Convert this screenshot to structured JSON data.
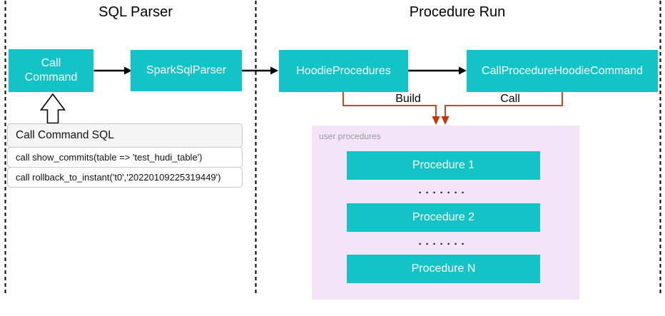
{
  "diagram": {
    "sections": {
      "sql_parser": {
        "title": "SQL Parser"
      },
      "procedure_run": {
        "title": "Procedure Run"
      }
    },
    "nodes": {
      "call_command": {
        "label": "Call Command"
      },
      "spark_sql_parser": {
        "label": "SparkSqlParser"
      },
      "hoodie_procedures": {
        "label": "HoodieProcedures"
      },
      "call_procedure_hoodie_command": {
        "label": "CallProcedureHoodieCommand"
      }
    },
    "edges": {
      "build": {
        "label": "Build"
      },
      "call": {
        "label": "Call"
      }
    },
    "sql_panel": {
      "title": "Call Command SQL",
      "rows": [
        "call show_commits(table => 'test_hudi_table')",
        "call rollback_to_instant('t0','20220109225319449')"
      ]
    },
    "user_procedures": {
      "label": "user procedures",
      "items": [
        "Procedure 1",
        "Procedure 2",
        "Procedure N"
      ],
      "ellipsis": "·······"
    },
    "colors": {
      "node_fill": "#13C4C6",
      "node_text": "#FFFFFF",
      "container_fill": "#F3E5F7",
      "container_label": "#9C97A1",
      "connector_orange": "#C9491D",
      "connector_arrowhead": "#CE2F0B",
      "flow_arrow_black": "#000000",
      "panel_header_bg": "#F5F5F5",
      "panel_border": "#C9C9C9"
    }
  }
}
